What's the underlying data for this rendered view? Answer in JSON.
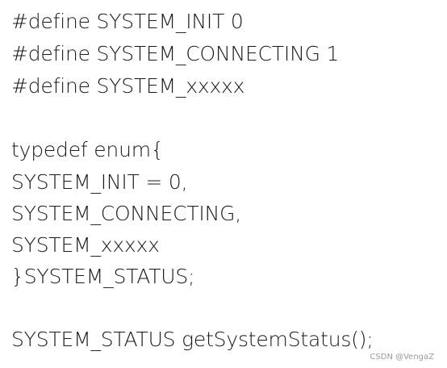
{
  "code_lines": [
    "#define SYSTEM_INIT 0",
    "#define SYSTEM_CONNECTING 1",
    "#define SYSTEM_xxxxx",
    "",
    "typedef enum{",
    "SYSTEM_INIT = 0,",
    "SYSTEM_CONNECTING,",
    "SYSTEM_xxxxx",
    "}SYSTEM_STATUS;",
    "",
    "SYSTEM_STATUS getSystemStatus();"
  ],
  "watermark": "CSDN @VengaZ"
}
